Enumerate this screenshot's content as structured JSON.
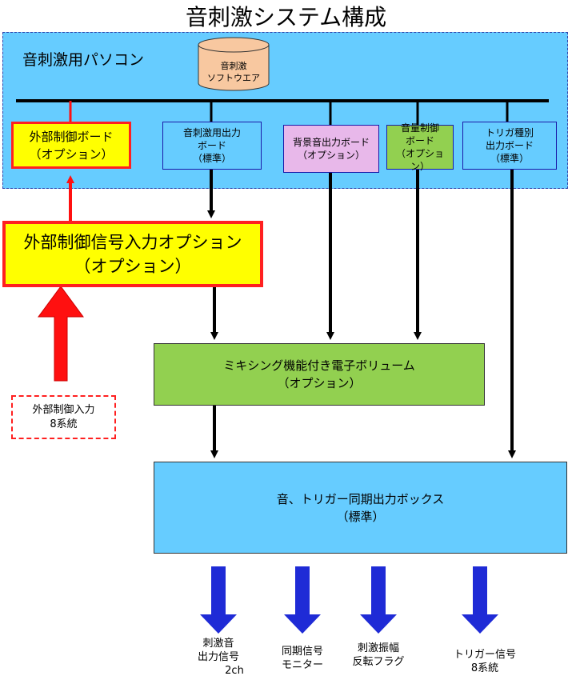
{
  "title": "音刺激システム構成",
  "pc": {
    "label": "音刺激用パソコン",
    "software": [
      "音刺激",
      "ソフトウエア"
    ]
  },
  "boards": [
    {
      "id": "ext-board",
      "lines": [
        "外部制御ボード",
        "（オプション）"
      ]
    },
    {
      "id": "sound-out-board",
      "lines": [
        "音刺激用出力",
        "ボード",
        "（標準）"
      ]
    },
    {
      "id": "bg-sound-board",
      "lines": [
        "背景音出力ボード",
        "（オプション）"
      ]
    },
    {
      "id": "volume-board",
      "lines": [
        "音量制御",
        "ボード",
        "（オプション）"
      ]
    },
    {
      "id": "trigger-board",
      "lines": [
        "トリガ種別",
        "出力ボード",
        "（標準）"
      ]
    }
  ],
  "ext_signal_option": [
    "外部制御信号入力オプション",
    "（オプション）"
  ],
  "mixer": [
    "ミキシング機能付き電子ボリューム",
    "（オプション）"
  ],
  "output_box": [
    "音、トリガー同期出力ボックス",
    "（標準）"
  ],
  "ext_input": [
    "外部制御入力",
    "8系統"
  ],
  "outputs": [
    {
      "lines": [
        "刺激音",
        "出力信号",
        "2ch"
      ]
    },
    {
      "lines": [
        "同期信号",
        "モニター"
      ]
    },
    {
      "lines": [
        "刺激振幅",
        "反転フラグ"
      ]
    },
    {
      "lines": [
        "トリガー信号",
        "8系統"
      ]
    }
  ],
  "colors": {
    "pc_region": "#66ccff",
    "option_yellow": "#ffff00",
    "option_border_red": "#ff2020",
    "mixer_green": "#92d050",
    "bg_board_pink": "#e8b8ea",
    "output_arrow_blue": "#1f2bd6",
    "input_arrow_red": "#ff1010"
  }
}
